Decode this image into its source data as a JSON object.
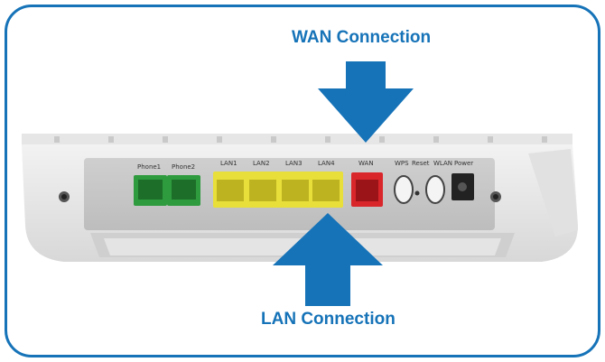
{
  "callouts": {
    "wan": "WAN Connection",
    "lan": "LAN Connection"
  },
  "ports": {
    "phone1": "Phone1",
    "phone2": "Phone2",
    "lan1": "LAN1",
    "lan2": "LAN2",
    "lan3": "LAN3",
    "lan4": "LAN4",
    "wan": "WAN",
    "wps": "WPS",
    "reset": "Reset",
    "wlan": "WLAN",
    "power": "Power"
  },
  "colors": {
    "accent": "#1673b8",
    "phone_port": "#2e9b3e",
    "lan_port": "#e8df3a",
    "wan_port": "#d9262b"
  }
}
